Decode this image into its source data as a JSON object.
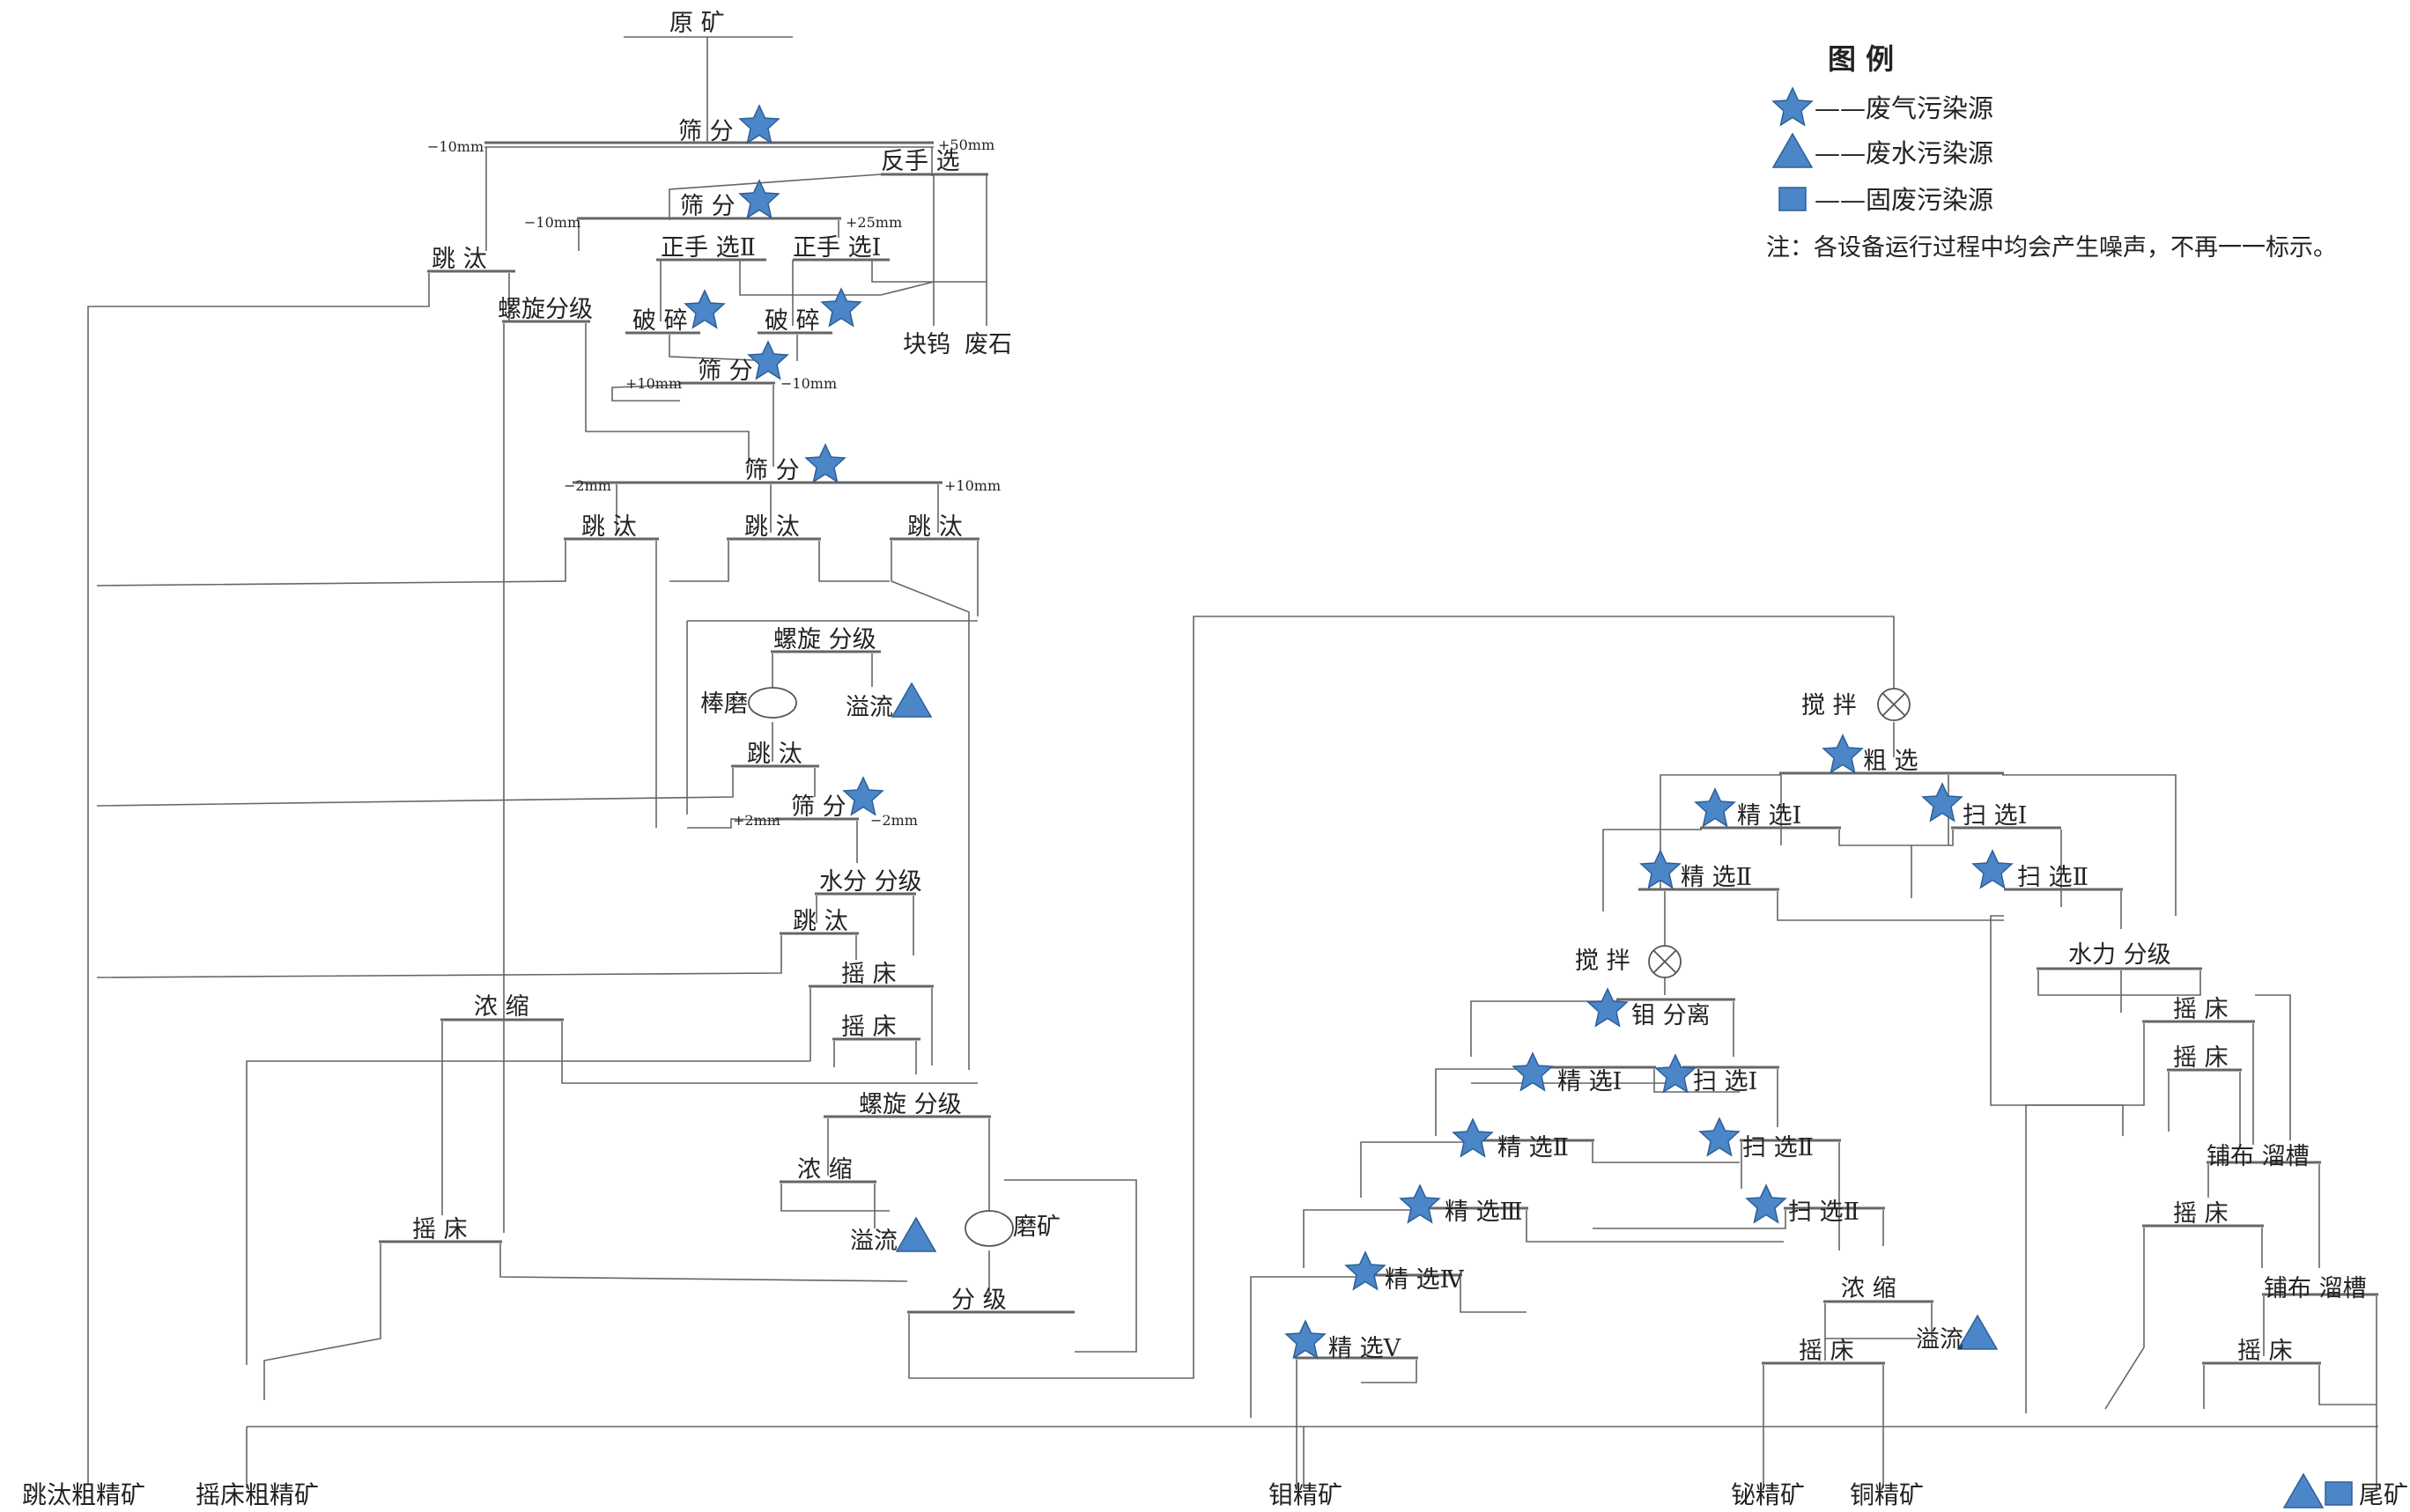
{
  "legend": {
    "title": "图  例",
    "items": [
      {
        "symbol": "star-icon",
        "text": "——废气污染源"
      },
      {
        "symbol": "triangle-icon",
        "text": "——废水污染源"
      },
      {
        "symbol": "square-icon",
        "text": "——固废污染源"
      }
    ],
    "note": "注：各设备运行过程中均会产生噪声，不再一一标示。"
  },
  "colors": {
    "symbol": "#4a86c8",
    "line": "#555555"
  },
  "nodes": {
    "raw_ore": "原 矿",
    "screen1": "筛 分",
    "hand_rev": "反手 选",
    "screen2": "筛 分",
    "hand_pos2": "正手 选Ⅱ",
    "hand_pos1": "正手 选Ⅰ",
    "jig1": "跳 汰",
    "crush1": "破 碎",
    "crush2": "破 碎",
    "lump_w": "块钨",
    "waste_rock": "废石",
    "spiral1": "螺旋分级",
    "screen3": "筛 分",
    "screen4": "筛 分",
    "jig2": "跳 汰",
    "jig3": "跳 汰",
    "jig4": "跳 汰",
    "spiral2": "螺旋 分级",
    "rod_mill": "棒磨",
    "overflow1": "溢流",
    "jig5": "跳 汰",
    "screen5": "筛 分",
    "hydro1": "水分 分级",
    "jig6": "跳 汰",
    "thicken1": "浓 缩",
    "table1": "摇 床",
    "table2": "摇 床",
    "spiral3": "螺旋 分级",
    "thicken2": "浓 缩",
    "overflow2": "溢流",
    "grind": "磨矿",
    "table3": "摇 床",
    "classify": "分 级",
    "stir1": "搅 拌",
    "rough": "粗 选",
    "clean1": "精 选Ⅰ",
    "scav1": "扫 选Ⅰ",
    "clean2": "精 选Ⅱ",
    "scav2": "扫 选Ⅱ",
    "stir2": "搅 拌",
    "hydro2": "水力 分级",
    "mo_sep": "钼 分离",
    "table4": "摇 床",
    "table5": "摇 床",
    "mo_clean1": "精 选Ⅰ",
    "mo_scav1": "扫 选Ⅰ",
    "mo_clean2": "精 选Ⅱ",
    "mo_scav2a": "扫 选Ⅱ",
    "mo_clean3": "精 选Ⅲ",
    "mo_scav2b": "扫 选Ⅱ",
    "mo_clean4": "精 选Ⅳ",
    "mo_clean5": "精 选Ⅴ",
    "thicken3": "浓 缩",
    "overflow3": "溢流",
    "table6": "摇 床",
    "sluice1": "铺布 溜槽",
    "table7": "摇 床",
    "sluice2": "铺布 溜槽",
    "table8": "摇 床"
  },
  "size_labels": {
    "s1_left": "−10mm",
    "s1_right": "+50mm",
    "s2_left": "−10mm",
    "s2_right": "+25mm",
    "s3_left": "+10mm",
    "s3_right": "−10mm",
    "s4_left": "−2mm",
    "s4_right": "+10mm",
    "s5_left": "+2mm",
    "s5_right": "−2mm"
  },
  "products": {
    "jig_concentrate": "跳汰粗精矿",
    "table_concentrate": "摇床粗精矿",
    "mo_concentrate": "钼精矿",
    "bi_concentrate": "铋精矿",
    "cu_concentrate": "铜精矿",
    "tailings": "尾矿"
  }
}
